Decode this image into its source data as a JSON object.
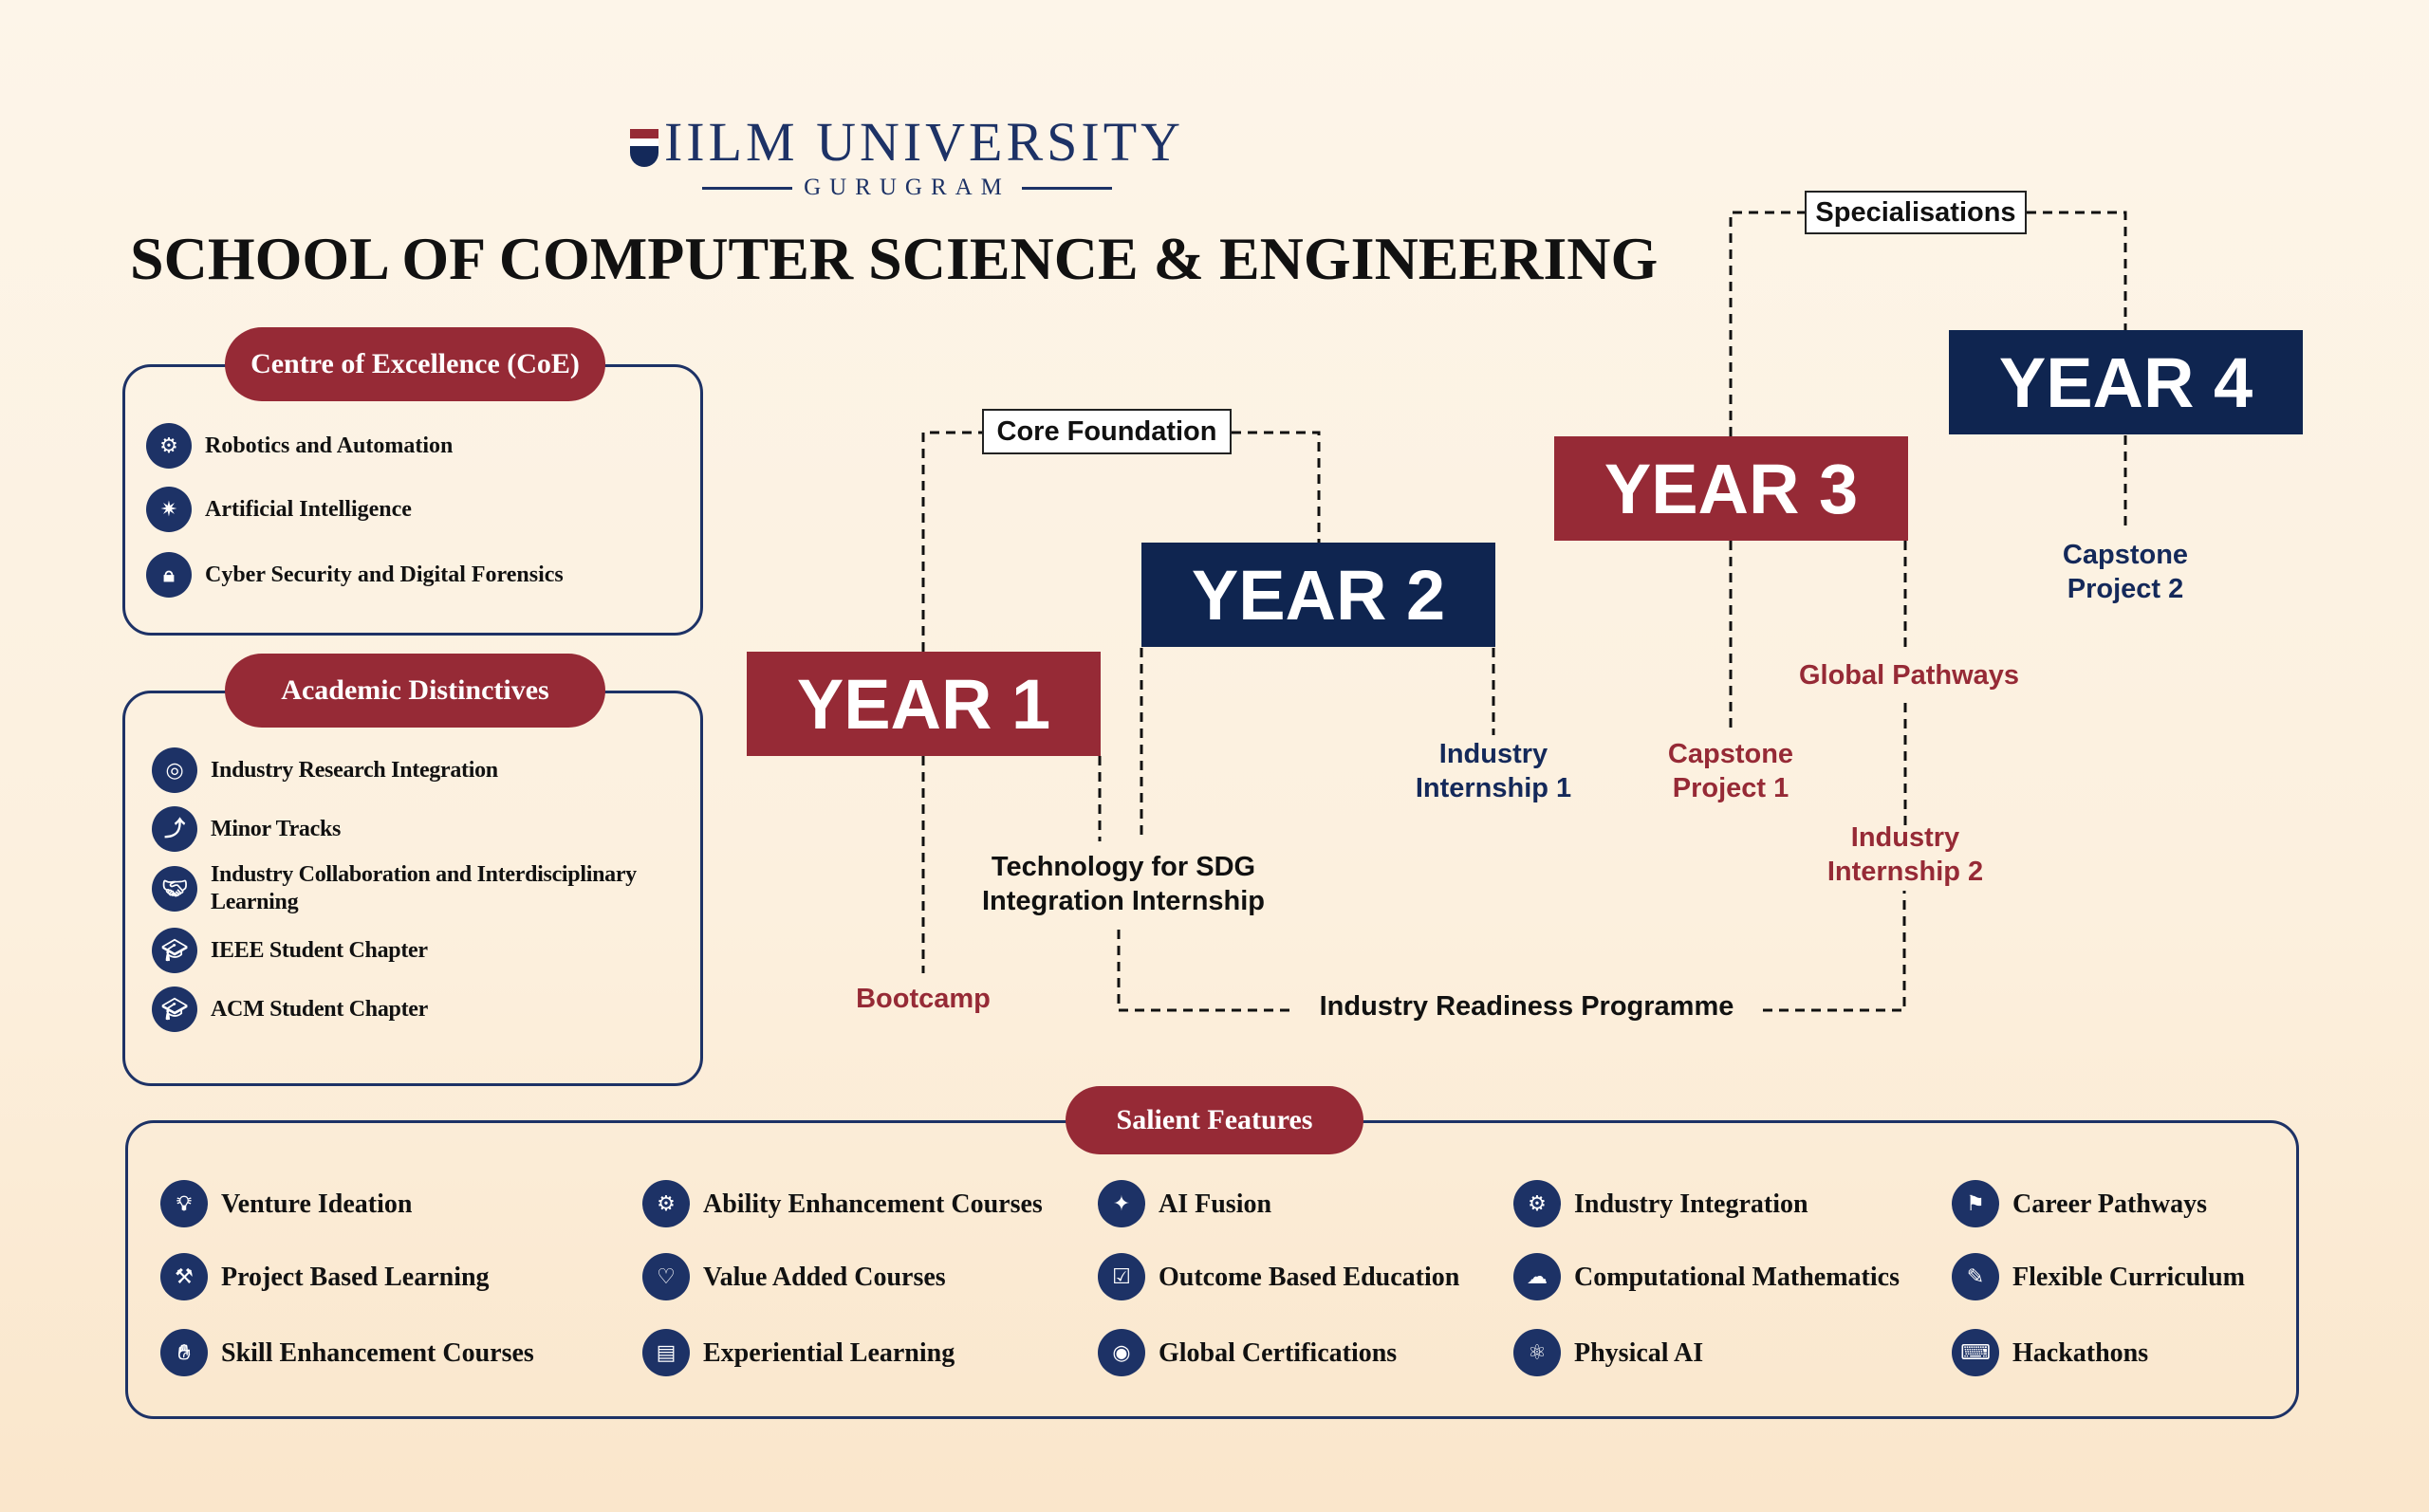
{
  "logo": {
    "name": "IILM UNIVERSITY",
    "campus": "GURUGRAM"
  },
  "title": "SCHOOL OF COMPUTER SCIENCE & ENGINEERING",
  "coe": {
    "heading": "Centre of Excellence (CoE)",
    "items": [
      {
        "icon": "robotics-icon",
        "label": "Robotics and Automation"
      },
      {
        "icon": "ai-chip-icon",
        "label": "Artificial Intelligence"
      },
      {
        "icon": "lock-circuit-icon",
        "label": "Cyber Security and Digital Forensics"
      }
    ]
  },
  "academic": {
    "heading": "Academic Distinctives",
    "items": [
      {
        "icon": "target-icon",
        "label": "Industry Research Integration"
      },
      {
        "icon": "route-icon",
        "label": "Minor Tracks"
      },
      {
        "icon": "handshake-icon",
        "label": "Industry Collaboration and Interdisciplinary Learning"
      },
      {
        "icon": "graduate-icon",
        "label": "IEEE Student Chapter"
      },
      {
        "icon": "graduate-icon",
        "label": "ACM Student Chapter"
      }
    ]
  },
  "years": [
    "YEAR 1",
    "YEAR 2",
    "YEAR 3",
    "YEAR 4"
  ],
  "tags": {
    "core": "Core Foundation",
    "spec": "Specialisations"
  },
  "labels": {
    "bootcamp": "Bootcamp",
    "sdg1": "Technology for SDG",
    "sdg2": "Integration Internship",
    "ii1a": "Industry",
    "ii1b": "Internship 1",
    "cp1a": "Capstone",
    "cp1b": "Project 1",
    "global": "Global Pathways",
    "ii2a": "Industry",
    "ii2b": "Internship 2",
    "cp2a": "Capstone",
    "cp2b": "Project 2",
    "irp": "Industry Readiness Programme"
  },
  "salient": {
    "heading": "Salient Features",
    "items": [
      "Venture Ideation",
      "Ability Enhancement Courses",
      "AI Fusion",
      "Industry Integration",
      "Career Pathways",
      "Project Based Learning",
      "Value Added Courses",
      "Outcome Based Education",
      "Computational Mathematics",
      "Flexible Curriculum",
      "Skill Enhancement Courses",
      "Experiential Learning",
      "Global Certifications",
      "Physical AI",
      "Hackathons"
    ]
  },
  "colors": {
    "navy": "#14295a",
    "crimson": "#962a36"
  }
}
